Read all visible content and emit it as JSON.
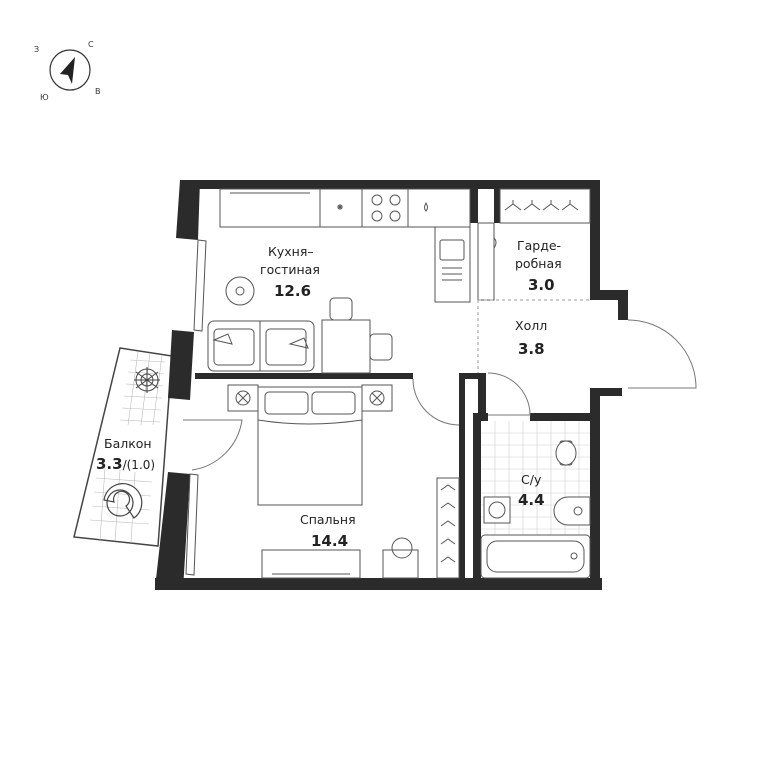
{
  "compass": {
    "north": "С",
    "east": "В",
    "south": "Ю",
    "west": "З"
  },
  "rooms": {
    "kitchen": {
      "name_line1": "Кухня–",
      "name_line2": "гостиная",
      "area": "12.6"
    },
    "wardrobe": {
      "name_line1": "Гарде-",
      "name_line2": "робная",
      "area": "3.0"
    },
    "hall": {
      "name": "Холл",
      "area": "3.8"
    },
    "bathroom": {
      "name": "С/у",
      "area": "4.4"
    },
    "bedroom": {
      "name": "Спальня",
      "area": "14.4"
    },
    "balcony": {
      "name": "Балкон",
      "area": "3.3",
      "area_reduced": "/(1.0)"
    }
  },
  "colors": {
    "wall": "#2b2b2b",
    "line": "#555555",
    "light_line": "#9a9a9a"
  }
}
